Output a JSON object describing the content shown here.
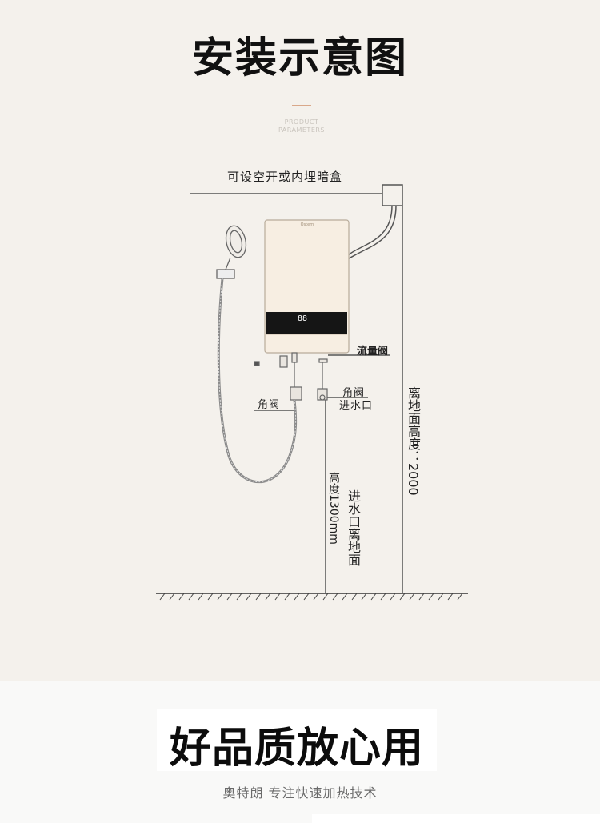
{
  "header": {
    "title": "安装示意图",
    "subtitle_line1": "PRODUCT",
    "subtitle_line2": "PARAMETERS"
  },
  "diagram": {
    "box_label": "可设空开或内埋暗盒",
    "display_value": "88",
    "heater_logo": "Ostern",
    "flow_valve_label": "流量阀",
    "angle_valve_left": "角阀",
    "angle_valve_right": "角阀",
    "water_inlet": "进水口",
    "height_right_label": "离地面高度：2000",
    "height_left_prefix": "高度1300mm",
    "height_left_label": "进水口离地面"
  },
  "footer": {
    "slogan": "好品质放心用",
    "tagline": "奥特朗 专注快速加热技术"
  },
  "colors": {
    "background": "#f4f1ec",
    "heater_body": "#f7eee2",
    "display_panel": "#151515",
    "accent": "#d9a88a",
    "line": "#555555"
  }
}
